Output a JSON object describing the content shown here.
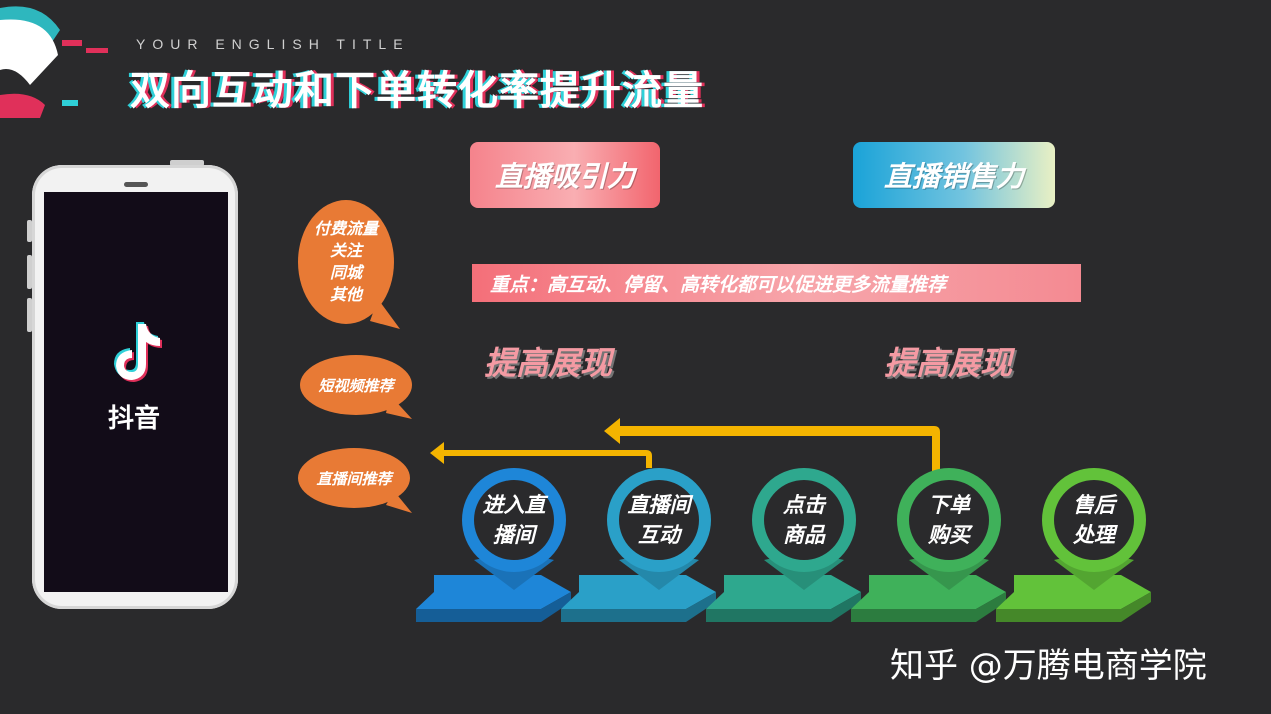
{
  "header": {
    "subtitle": "YOUR ENGLISH TITLE",
    "title": "双向互动和下单转化率提升流量"
  },
  "phone": {
    "app_name": "抖音"
  },
  "sources": {
    "bubble1": [
      "付费流量",
      "关注",
      "同城",
      "其他"
    ],
    "bubble2": "短视频推荐",
    "bubble3": "直播间推荐"
  },
  "pillars": {
    "attraction": "直播吸引力",
    "sales": "直播销售力"
  },
  "banner": "重点：高互动、停留、高转化都可以促进更多流量推荐",
  "boost": {
    "left": "提高展现",
    "right": "提高展现"
  },
  "steps": [
    {
      "line1": "进入直",
      "line2": "播间",
      "color": "#1e86d8"
    },
    {
      "line1": "直播间",
      "line2": "互动",
      "color": "#2aa0c8"
    },
    {
      "line1": "点击",
      "line2": "商品",
      "color": "#2ea88e"
    },
    {
      "line1": "下单",
      "line2": "购买",
      "color": "#3fb15a"
    },
    {
      "line1": "售后",
      "line2": "处理",
      "color": "#62c23a"
    }
  ],
  "colors": {
    "arrow": "#f4b400",
    "bubble": "#e87a35"
  },
  "watermark": "知乎 @万腾电商学院"
}
